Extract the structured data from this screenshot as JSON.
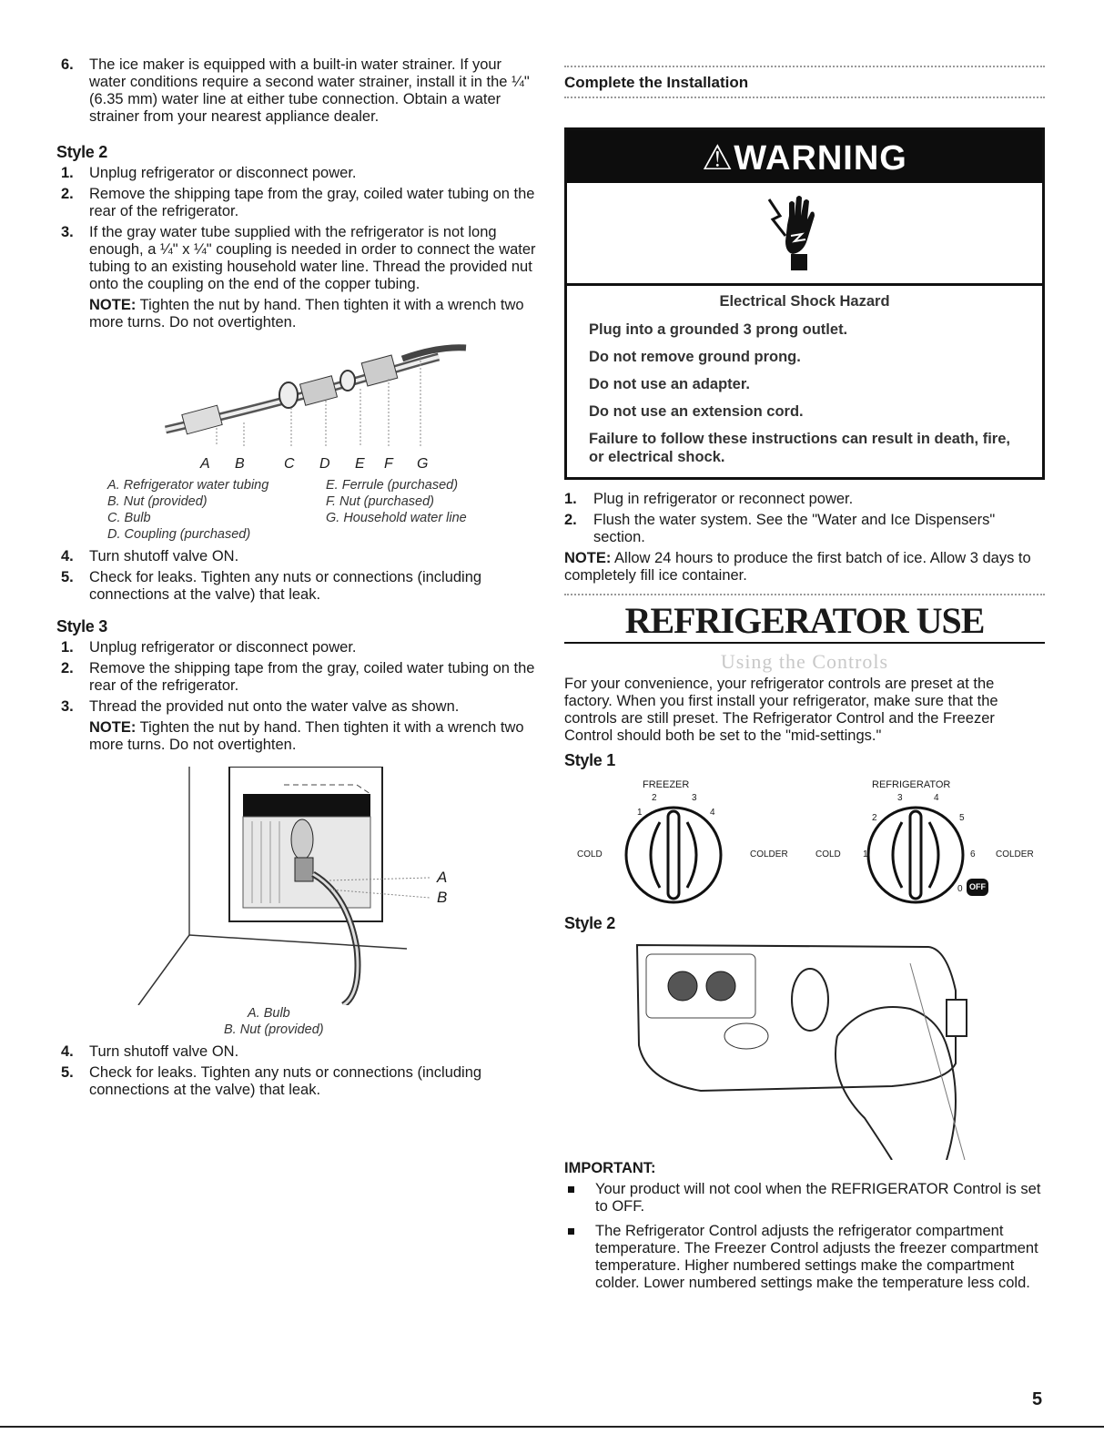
{
  "left": {
    "item6": {
      "num": "6.",
      "text": "The ice maker is equipped with a built-in water strainer. If your water conditions require a second water strainer, install it in the ¼\" (6.35 mm) water line at either tube connection. Obtain a water strainer from your nearest appliance dealer."
    },
    "style2": {
      "heading": "Style 2",
      "steps": [
        {
          "num": "1.",
          "text": "Unplug refrigerator or disconnect power."
        },
        {
          "num": "2.",
          "text": "Remove the shipping tape from the gray, coiled water tubing on the rear of the refrigerator."
        },
        {
          "num": "3.",
          "text": "If the gray water tube supplied with the refrigerator is not long enough, a ¼\" x ¼\" coupling is needed in order to connect the water tubing to an existing household water line. Thread the provided nut onto the coupling on the end of the copper tubing."
        }
      ],
      "note_label": "NOTE:",
      "note_text": " Tighten the nut by hand. Then tighten it with a wrench two more turns. Do not overtighten.",
      "figure_letters": [
        "A",
        "B",
        "C",
        "D",
        "E",
        "F",
        "G"
      ],
      "legend_col1": [
        "A. Refrigerator water tubing",
        "B. Nut (provided)",
        "C. Bulb",
        "D. Coupling (purchased)"
      ],
      "legend_col2": [
        "E. Ferrule (purchased)",
        "F. Nut (purchased)",
        "G. Household water line"
      ],
      "steps_after": [
        {
          "num": "4.",
          "text": "Turn shutoff valve ON."
        },
        {
          "num": "5.",
          "text": "Check for leaks. Tighten any nuts or connections (including connections at the valve) that leak."
        }
      ]
    },
    "style3": {
      "heading": "Style 3",
      "steps": [
        {
          "num": "1.",
          "text": "Unplug refrigerator or disconnect power."
        },
        {
          "num": "2.",
          "text": "Remove the shipping tape from the gray, coiled water tubing on the rear of the refrigerator."
        },
        {
          "num": "3.",
          "text": "Thread the provided nut onto the water valve as shown."
        }
      ],
      "note_label": "NOTE:",
      "note_text": " Tighten the nut by hand. Then tighten it with a wrench two more turns. Do not overtighten.",
      "figure_letters": [
        "A",
        "B"
      ],
      "legend": [
        "A. Bulb",
        "B. Nut (provided)"
      ],
      "steps_after": [
        {
          "num": "4.",
          "text": "Turn shutoff valve ON."
        },
        {
          "num": "5.",
          "text": "Check for leaks. Tighten any nuts or connections (including connections at the valve) that leak."
        }
      ]
    }
  },
  "right": {
    "complete_title": "Complete the Installation",
    "warning": {
      "title": "⚠WARNING",
      "hazard": "Electrical Shock Hazard",
      "lines": [
        "Plug into a grounded 3 prong outlet.",
        "Do not remove ground prong.",
        "Do not use an adapter.",
        "Do not use an extension cord.",
        "Failure to follow these instructions can result in death, fire, or electrical shock."
      ]
    },
    "steps": [
      {
        "num": "1.",
        "text": "Plug in refrigerator or reconnect power."
      },
      {
        "num": "2.",
        "text": "Flush the water system. See the \"Water and Ice Dispensers\" section."
      }
    ],
    "note_label": "NOTE:",
    "note_text": " Allow 24 hours to produce the first batch of ice. Allow 3 days to completely fill ice container.",
    "use_title": "REFRIGERATOR USE",
    "controls_title": "Using the Controls",
    "controls_text": "For your convenience, your refrigerator controls are preset at the factory. When you first install your refrigerator, make sure that the controls are still preset. The Refrigerator Control and the Freezer Control should both be set to the \"mid-settings.\"",
    "style1": {
      "heading": "Style 1",
      "freezer_label": "FREEZER",
      "refrigerator_label": "REFRIGERATOR",
      "cold": "COLD",
      "colder": "COLDER",
      "freezer_nums": [
        "1",
        "2",
        "3",
        "4"
      ],
      "fridge_nums": [
        "1",
        "2",
        "3",
        "4",
        "5",
        "6",
        "0"
      ],
      "off": "OFF"
    },
    "style2_heading": "Style 2",
    "important_label": "IMPORTANT:",
    "bullets": [
      "Your product will not cool when the REFRIGERATOR Control is set to OFF.",
      "The Refrigerator Control adjusts the refrigerator compartment temperature. The Freezer Control adjusts the freezer compartment temperature. Higher numbered settings make the compartment colder. Lower numbered settings make the temperature less cold."
    ]
  },
  "page_number": "5"
}
